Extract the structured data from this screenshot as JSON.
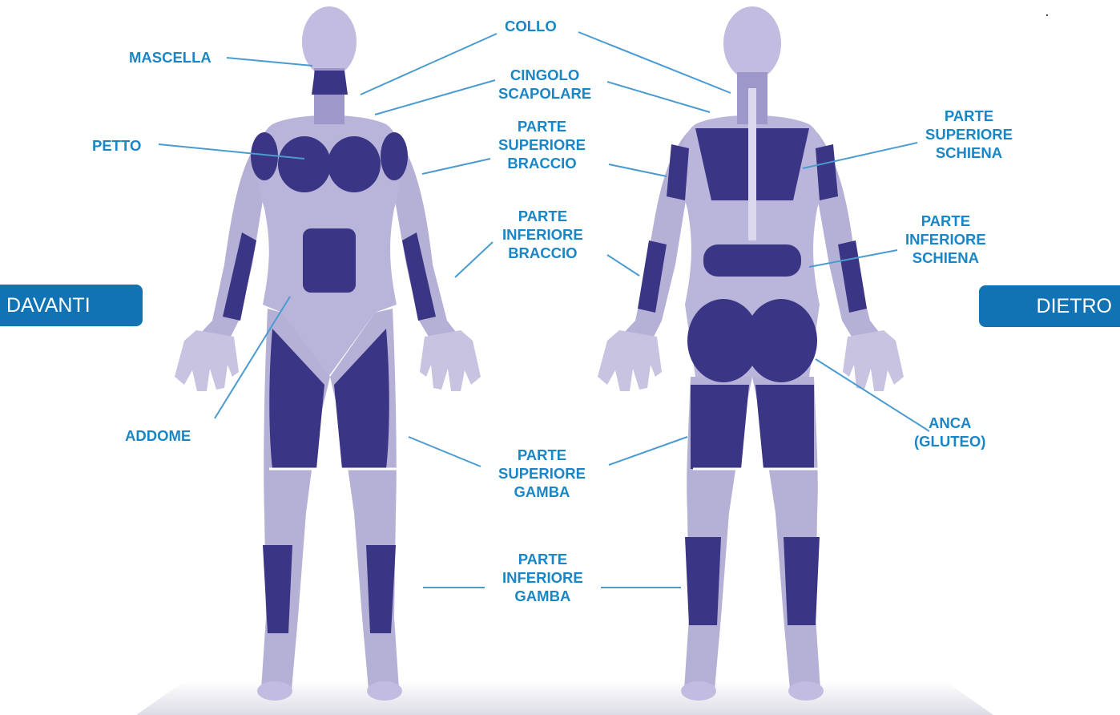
{
  "colors": {
    "label": "#1a86c5",
    "tab": "#1173b3",
    "muscle": "#3b3585",
    "body": "#b5b0d6"
  },
  "views": {
    "front": "DAVANTI",
    "back": "DIETRO"
  },
  "labels": {
    "mascella": [
      "MASCELLA"
    ],
    "collo": [
      "COLLO"
    ],
    "cingolo": [
      "CINGOLO",
      "SCAPOLARE"
    ],
    "petto": [
      "PETTO"
    ],
    "sup_braccio": [
      "PARTE",
      "SUPERIORE",
      "BRACCIO"
    ],
    "inf_braccio": [
      "PARTE",
      "INFERIORE",
      "BRACCIO"
    ],
    "addome": [
      "ADDOME"
    ],
    "sup_gamba": [
      "PARTE",
      "SUPERIORE",
      "GAMBA"
    ],
    "inf_gamba": [
      "PARTE",
      "INFERIORE",
      "GAMBA"
    ],
    "sup_schiena": [
      "PARTE",
      "SUPERIORE",
      "SCHIENA"
    ],
    "inf_schiena": [
      "PARTE",
      "INFERIORE",
      "SCHIENA"
    ],
    "anca": [
      "ANCA",
      "(GLUTEO)"
    ]
  }
}
